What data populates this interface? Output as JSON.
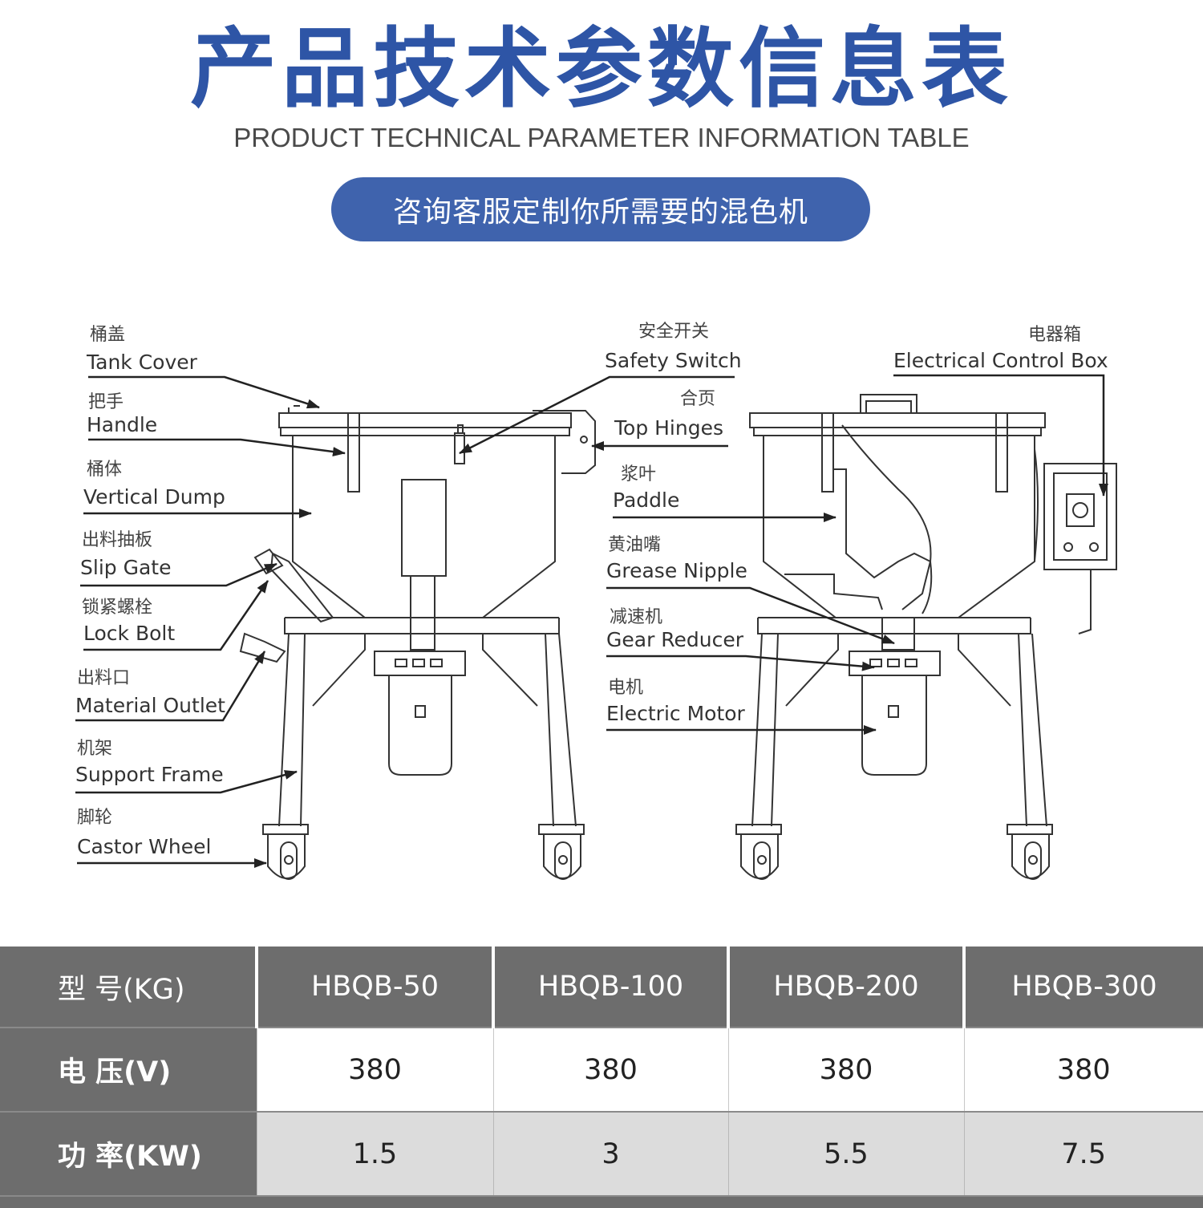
{
  "header": {
    "title": "产品技术参数信息表",
    "subtitle": "PRODUCT TECHNICAL PARAMETER INFORMATION TABLE",
    "cta": "咨询客服定制你所需要的混色机"
  },
  "diagram": {
    "labels": {
      "tank_cover": {
        "cn": "桶盖",
        "en": "Tank Cover"
      },
      "handle": {
        "cn": "把手",
        "en": "Handle"
      },
      "vertical_dump": {
        "cn": "桶体",
        "en": "Vertical Dump"
      },
      "slip_gate": {
        "cn": "出料抽板",
        "en": "Slip Gate"
      },
      "lock_bolt": {
        "cn": "锁紧螺栓",
        "en": "Lock Bolt"
      },
      "material_outlet": {
        "cn": "出料口",
        "en": "Material Outlet"
      },
      "support_frame": {
        "cn": "机架",
        "en": "Support Frame"
      },
      "castor_wheel": {
        "cn": "脚轮",
        "en": "Castor Wheel"
      },
      "safety_switch": {
        "cn": "安全开关",
        "en": "Safety Switch"
      },
      "top_hinges": {
        "cn": "合页",
        "en": "Top Hinges"
      },
      "paddle": {
        "cn": "浆叶",
        "en": "Paddle"
      },
      "grease_nipple": {
        "cn": "黄油嘴",
        "en": "Grease Nipple"
      },
      "gear_reducer": {
        "cn": "减速机",
        "en": "Gear Reducer"
      },
      "electric_motor": {
        "cn": "电机",
        "en": "Electric Motor"
      },
      "electrical_control_box": {
        "cn": "电器箱",
        "en": "Electrical Control Box"
      }
    }
  },
  "table": {
    "header_label": "型  号(KG)",
    "models": [
      "HBQB-50",
      "HBQB-100",
      "HBQB-200",
      "HBQB-300"
    ],
    "rows": [
      {
        "label": "电  压(V)",
        "values": [
          "380",
          "380",
          "380",
          "380"
        ]
      },
      {
        "label": "功  率(KW)",
        "values": [
          "1.5",
          "3",
          "5.5",
          "7.5"
        ]
      }
    ]
  }
}
